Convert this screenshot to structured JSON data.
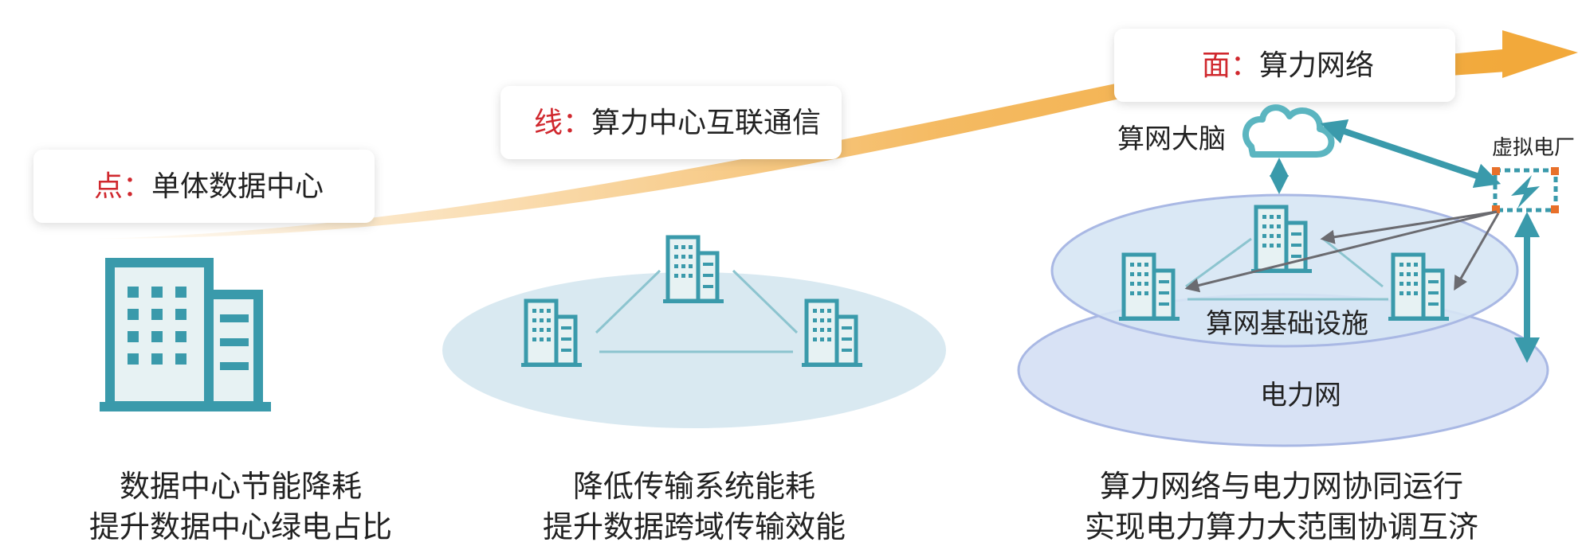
{
  "stages": {
    "point": {
      "prefix": "点：",
      "title": "单体数据中心",
      "caption_line1": "数据中心节能降耗",
      "caption_line2": "提升数据中心绿电占比"
    },
    "line": {
      "prefix": "线：",
      "title": "算力中心互联通信",
      "caption_line1": "降低传输系统能耗",
      "caption_line2": "提升数据跨域传输效能"
    },
    "surface": {
      "prefix": "面：",
      "title": "算力网络",
      "caption_line1": "算力网络与电力网协同运行",
      "caption_line2": "实现电力算力大范围协调互济"
    }
  },
  "network": {
    "brain_label": "算网大脑",
    "infra_label": "算网基础设施",
    "grid_label": "电力网",
    "vpp_label": "虚拟电厂"
  },
  "colors": {
    "teal": "#3a9aab",
    "teal_light": "#d9edf2",
    "ellipse_blue": "#d8e2f5",
    "ellipse_stroke": "#a9b8e4",
    "arrow_orange": "#f2a93b",
    "accent_red": "#d0282e",
    "gray_arrow": "#6b6b70"
  }
}
